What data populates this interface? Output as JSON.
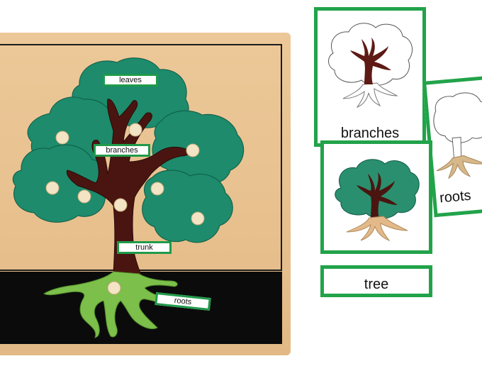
{
  "puzzle": {
    "labels": {
      "leaves": "leaves",
      "branches": "branches",
      "trunk": "trunk",
      "roots": "roots"
    }
  },
  "cards": {
    "branches": {
      "caption": "branches"
    },
    "roots_partial": {
      "caption": "roots"
    },
    "tree": {
      "caption": "tree"
    }
  },
  "colors": {
    "card_border": "#22a34a",
    "leaf_green": "#1e8a6a",
    "trunk_brown": "#4a1510",
    "root_green": "#7cbf4a",
    "wood": "#e9c390"
  }
}
